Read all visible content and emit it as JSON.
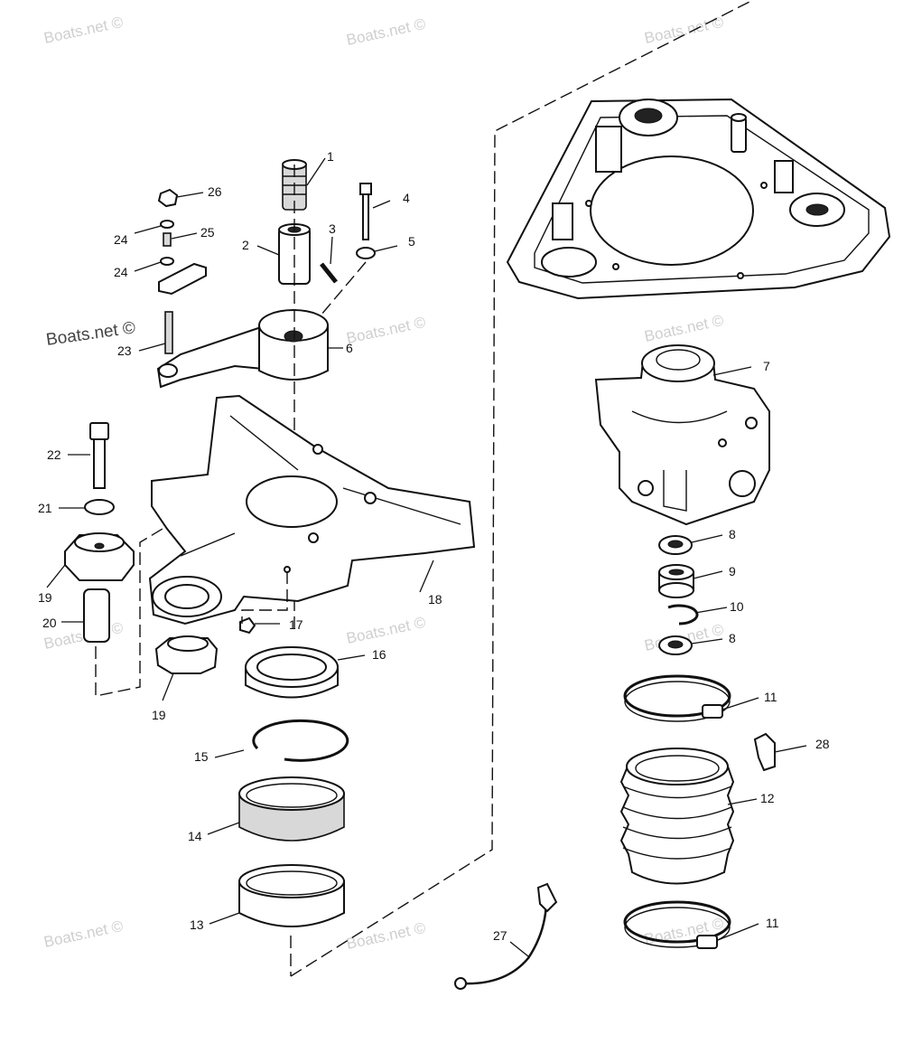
{
  "watermark": "Boats.net ©",
  "callouts": {
    "n1": "1",
    "n2": "2",
    "n3": "3",
    "n4": "4",
    "n5": "5",
    "n6": "6",
    "n7": "7",
    "n8a": "8",
    "n8b": "8",
    "n9": "9",
    "n10": "10",
    "n11a": "11",
    "n11b": "11",
    "n12": "12",
    "n13": "13",
    "n14": "14",
    "n15": "15",
    "n16": "16",
    "n17": "17",
    "n18": "18",
    "n19a": "19",
    "n19b": "19",
    "n20": "20",
    "n21": "21",
    "n22": "22",
    "n23": "23",
    "n24a": "24",
    "n24b": "24",
    "n25": "25",
    "n26": "26",
    "n27": "27",
    "n28": "28"
  }
}
